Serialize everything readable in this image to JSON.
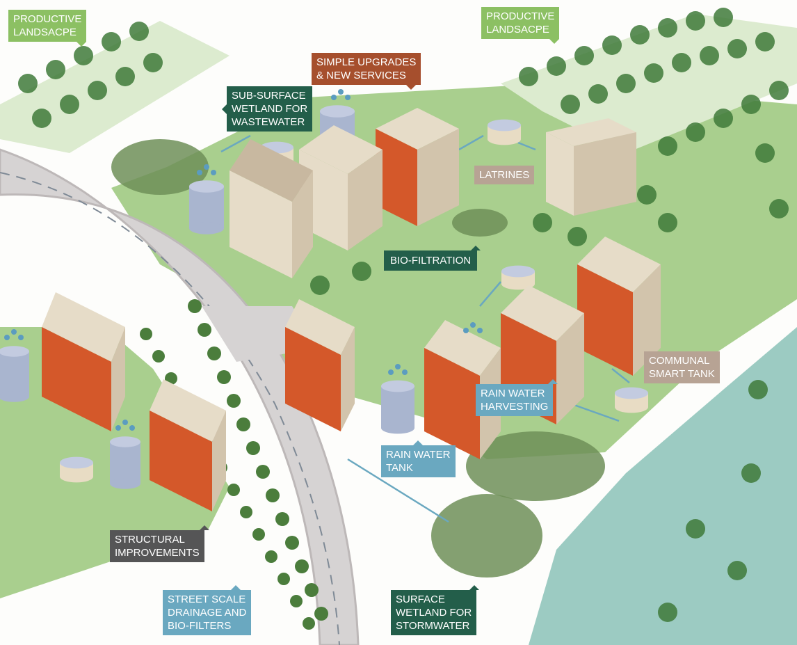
{
  "labels": {
    "productive_left": "PRODUCTIVE\nLANDSACPE",
    "productive_right": "PRODUCTIVE\nLANDSACPE",
    "simple_upgrades": "SIMPLE UPGRADES\n& NEW SERVICES",
    "sub_surface": "SUB-SURFACE\nWETLAND FOR\nWASTEWATER",
    "latrines": "LATRINES",
    "bio_filtration": "BIO-FILTRATION",
    "communal_tank": "COMMUNAL\nSMART TANK",
    "rain_harvesting": "RAIN WATER\nHARVESTING",
    "rain_tank": "RAIN WATER\nTANK",
    "structural": "STRUCTURAL\nIMPROVEMENTS",
    "street_scale": "STREET SCALE\nDRAINAGE AND\nBIO-FILTERS",
    "surface_wetland": "SURFACE\nWETLAND FOR\nSTORMWATER"
  },
  "colors": {
    "light_green_label": "#8cc063",
    "dark_green_label": "#235e4a",
    "orange_label": "#a64f2d",
    "tan_label": "#b7a394",
    "blue_label": "#6aa8c0",
    "gray_label": "#555556",
    "grass": "#a9cf8e",
    "road": "#d6d3d3",
    "river": "#9ccbc2",
    "house": "#e6dcc8",
    "house_side": "#d2c4ac",
    "accent_orange": "#d4582a",
    "tank": "#a9b5cf"
  }
}
